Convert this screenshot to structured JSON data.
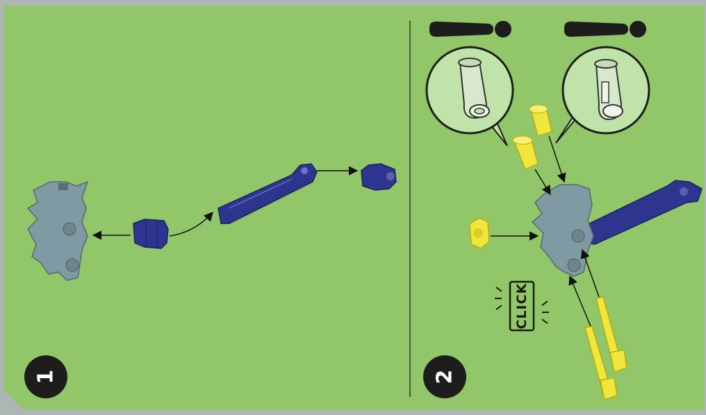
{
  "page": {
    "background_color": "#91c768",
    "frame_color": "#aeb6b3",
    "accent_dark": "#1d1d1d"
  },
  "steps": [
    {
      "number": "1"
    },
    {
      "number": "2"
    }
  ],
  "click_label": "CLICK",
  "parts_colors": {
    "grey": "#7f9aa2",
    "dark_blue": "#2e358f",
    "yellow": "#f1e63a"
  }
}
